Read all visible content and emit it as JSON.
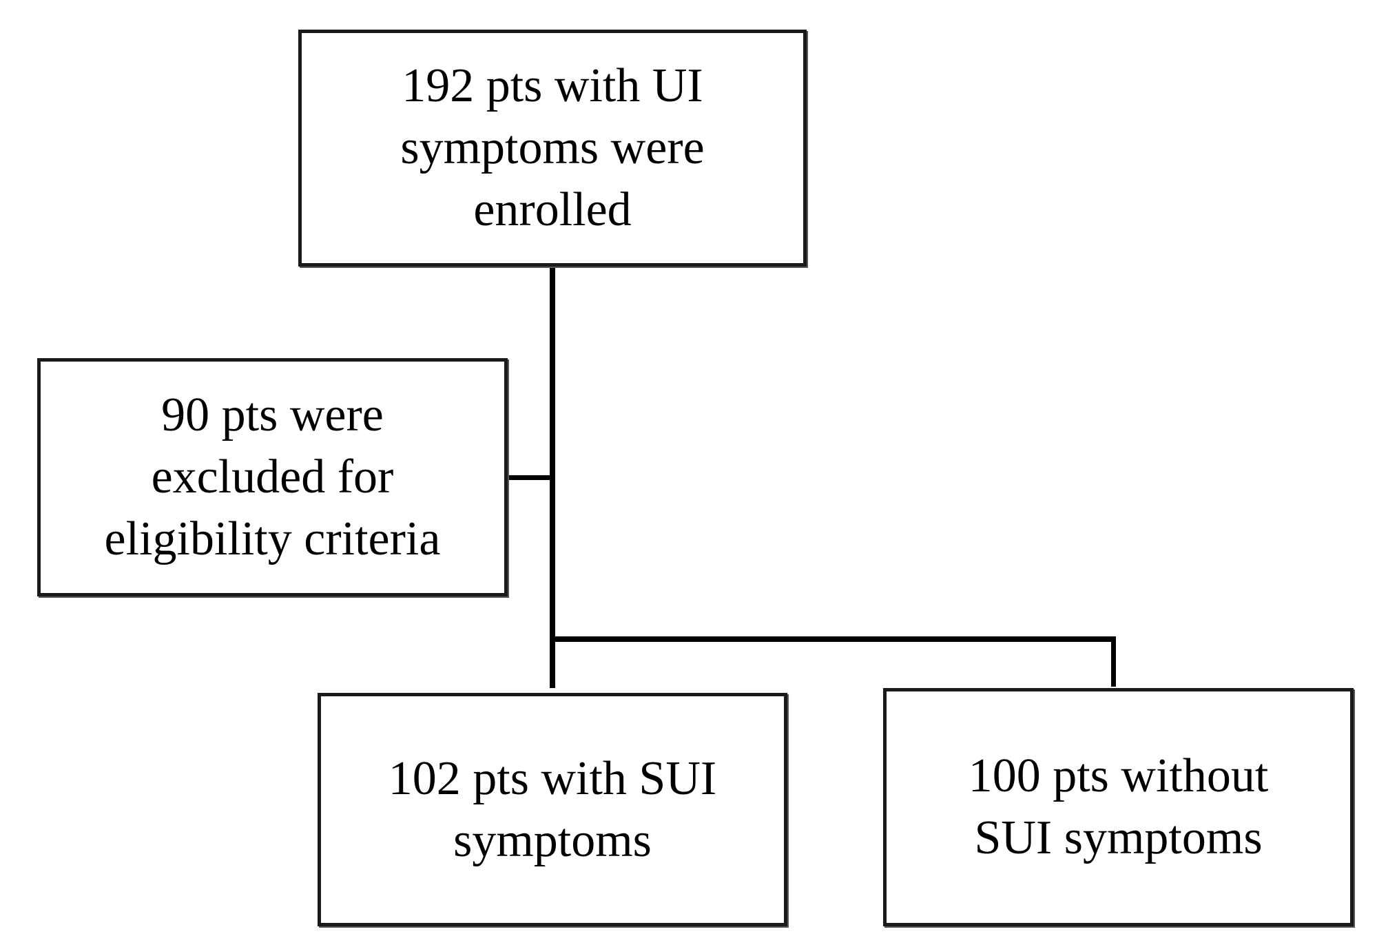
{
  "flowchart": {
    "enrolled": {
      "line1": "192 pts with UI",
      "line2": "symptoms were",
      "line3": "enrolled"
    },
    "excluded": {
      "line1": "90 pts were",
      "line2": "excluded for",
      "line3": "eligibility criteria"
    },
    "with_sui": {
      "line1": "102 pts with SUI",
      "line2": "symptoms"
    },
    "without_sui": {
      "line1": "100 pts without",
      "line2": "SUI symptoms"
    }
  }
}
